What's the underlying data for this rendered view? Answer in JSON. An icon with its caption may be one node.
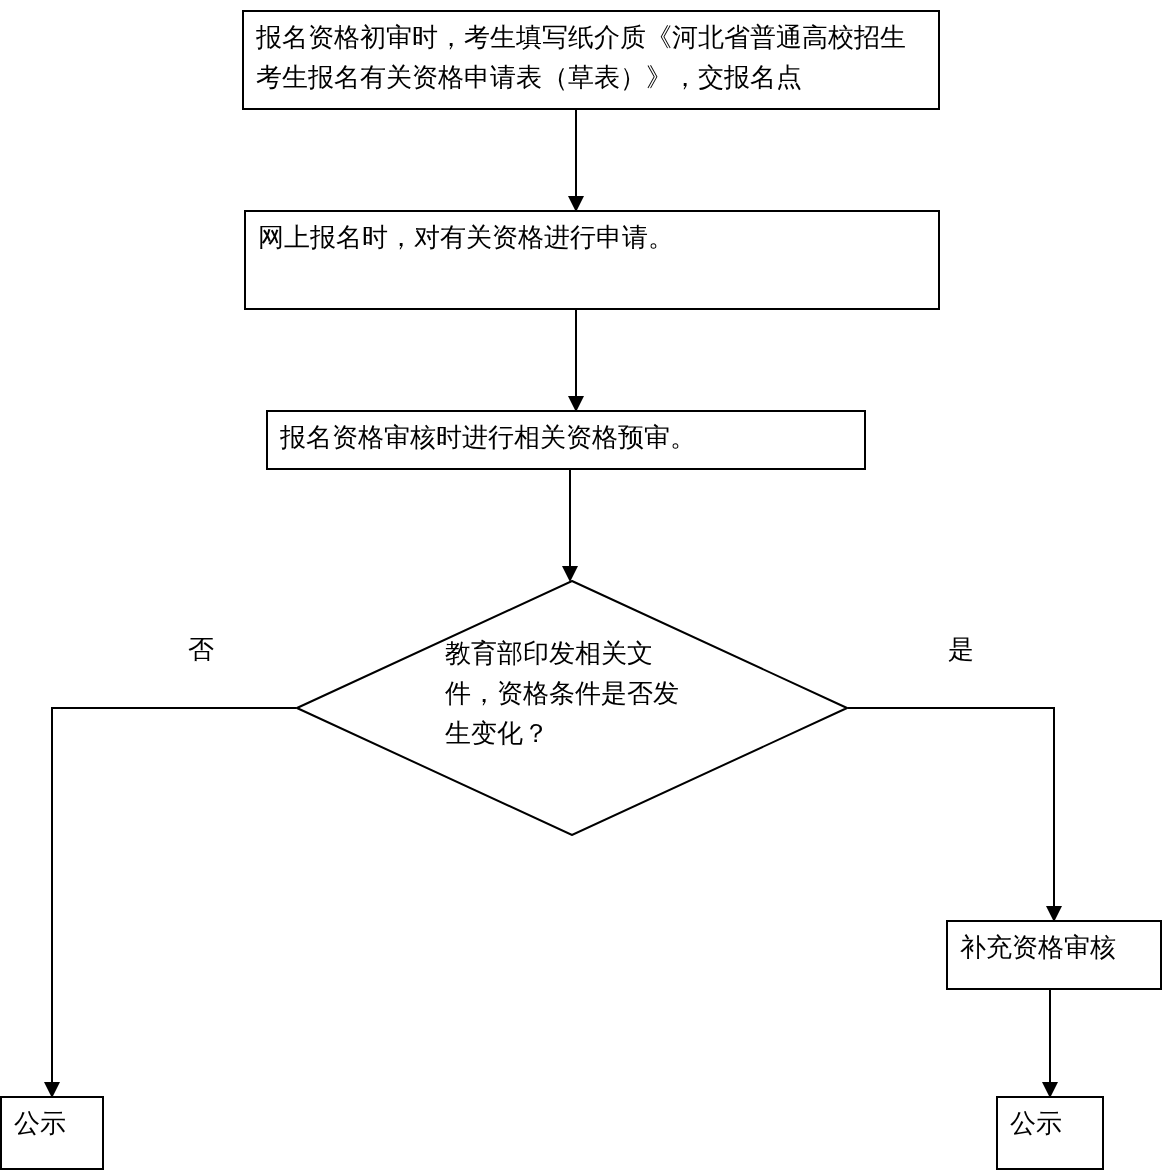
{
  "diagram": {
    "nodes": [
      {
        "text": [
          "报名资格初审时，考生填写纸介质《河北省普通高校招生考生报名有关资格申请表（草表）》，交报名点"
        ]
      },
      {
        "text": [
          "网上报名时，对有关资格进行申请。"
        ]
      },
      {
        "text": [
          "报名资格审核时进行相关资格预审。"
        ]
      },
      {
        "text": [
          "教育部印发相关文件，资格条件是否发生变化？"
        ]
      },
      {
        "text": [
          "补充资格审核"
        ]
      },
      {
        "text": [
          "公示"
        ]
      },
      {
        "text": [
          "公示"
        ]
      }
    ],
    "edges": [
      {
        "from": 0,
        "to": 1,
        "arrow": "to"
      },
      {
        "from": 1,
        "to": 2,
        "arrow": "to"
      },
      {
        "from": 2,
        "to": 3,
        "arrow": "to"
      },
      {
        "from": 3,
        "to": 5,
        "arrow": "to",
        "label": "否"
      },
      {
        "from": 3,
        "to": 4,
        "arrow": "to",
        "label": "是"
      },
      {
        "from": 4,
        "to": 6,
        "arrow": "to"
      }
    ]
  }
}
